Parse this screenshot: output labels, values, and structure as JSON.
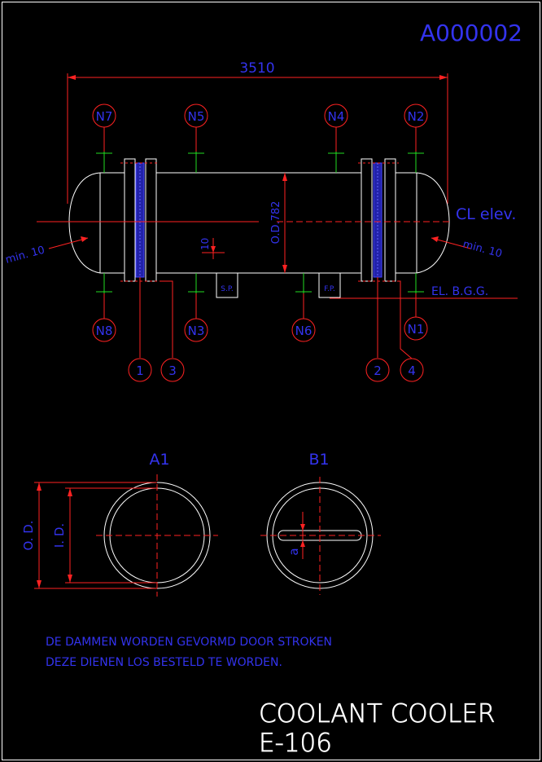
{
  "drawing_number": "A000002",
  "overall_length": "3510",
  "outer_diameter": "O.D.782",
  "centerline_label": "CL  elev.",
  "min_left": "min. 10",
  "min_right": "min. 10",
  "dim_10": "10",
  "ground_label": "EL. B.G.G.",
  "support_left": "S.P.",
  "support_right": "F.P.",
  "nozzles": {
    "n1": "N1",
    "n2": "N2",
    "n3": "N3",
    "n4": "N4",
    "n5": "N5",
    "n6": "N6",
    "n7": "N7",
    "n8": "N8"
  },
  "items": {
    "i1": "1",
    "i2": "2",
    "i3": "3",
    "i4": "4"
  },
  "section_a": "A1",
  "section_b": "B1",
  "label_od": "O. D.",
  "label_id": "I. D.",
  "label_a": "a",
  "notes": [
    "DE  DAMMEN  WORDEN  GEVORMD  DOOR  STROKEN",
    "DEZE  DIENEN  LOS  BESTELD  TE  WORDEN."
  ],
  "title_line1": "COOLANT  COOLER",
  "title_line2": "E-106",
  "colors": {
    "background": "#000000",
    "outline": "#ffffff",
    "dimension": "#ff2222",
    "nozzle": "#22dd22",
    "text": "#3333ee",
    "baffle": "#4444ff"
  }
}
